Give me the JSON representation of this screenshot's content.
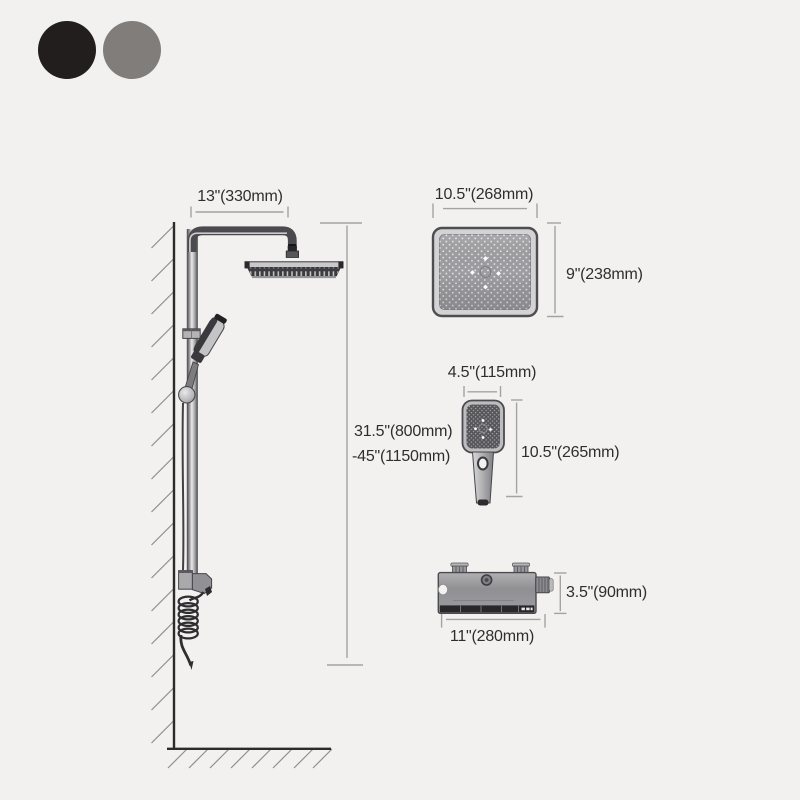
{
  "color_options": {
    "items": [
      {
        "name": "black",
        "color": "#211e1d"
      },
      {
        "name": "gray",
        "color": "#807d7b"
      }
    ]
  },
  "dimensions": {
    "shower_column": {
      "arm_width": "13\"(330mm)",
      "height_range_line1": "31.5\"(800mm)",
      "height_range_line2": "-45\"(1150mm)"
    },
    "overhead_shower": {
      "width": "10.5\"(268mm)",
      "height": "9\"(238mm)"
    },
    "handheld_shower": {
      "width": "4.5\"(115mm)",
      "height": "10.5\"(265mm)"
    },
    "valve": {
      "width": "11\"(280mm)",
      "height": "3.5\"(90mm)"
    }
  }
}
